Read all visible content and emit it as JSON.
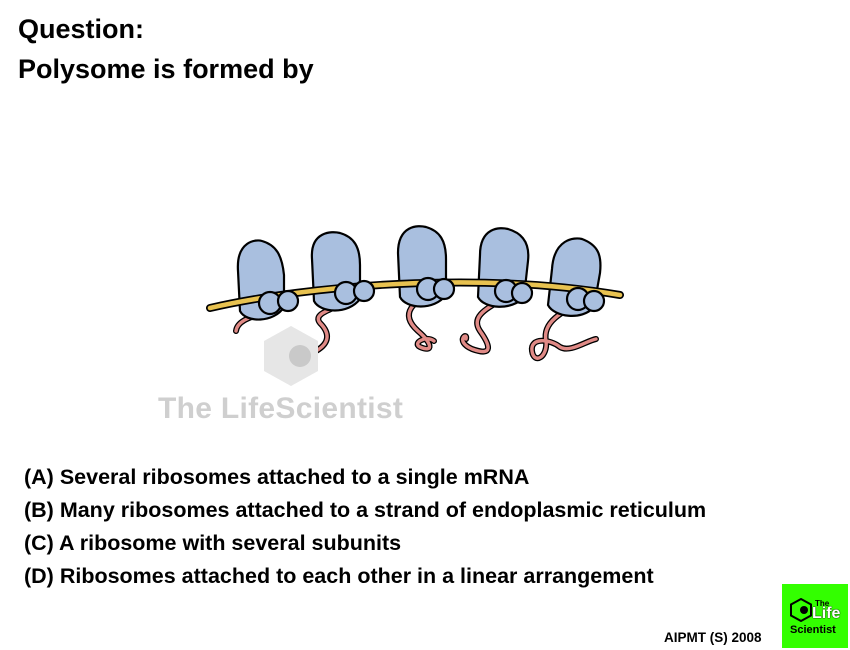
{
  "question": {
    "label": "Question:",
    "text": "Polysome is formed by"
  },
  "watermark": {
    "text": "The LifeScientist"
  },
  "options": [
    {
      "label": "(A) Several ribosomes attached to a single mRNA"
    },
    {
      "label": "(B) Many ribosomes attached to a strand of endoplasmic reticulum"
    },
    {
      "label": "(C) A ribosome with several subunits"
    },
    {
      "label": "(D) Ribosomes attached to each other in a linear arrangement"
    }
  ],
  "source": "AIPMT (S) 2008",
  "logo": {
    "the": "The",
    "life": "Life",
    "scientist": "Scientist",
    "background": "#33ff00"
  },
  "figure_colors": {
    "ribosome": "#a9bfdf",
    "mrna": "#e8c250",
    "peptide": "#e08a86"
  }
}
